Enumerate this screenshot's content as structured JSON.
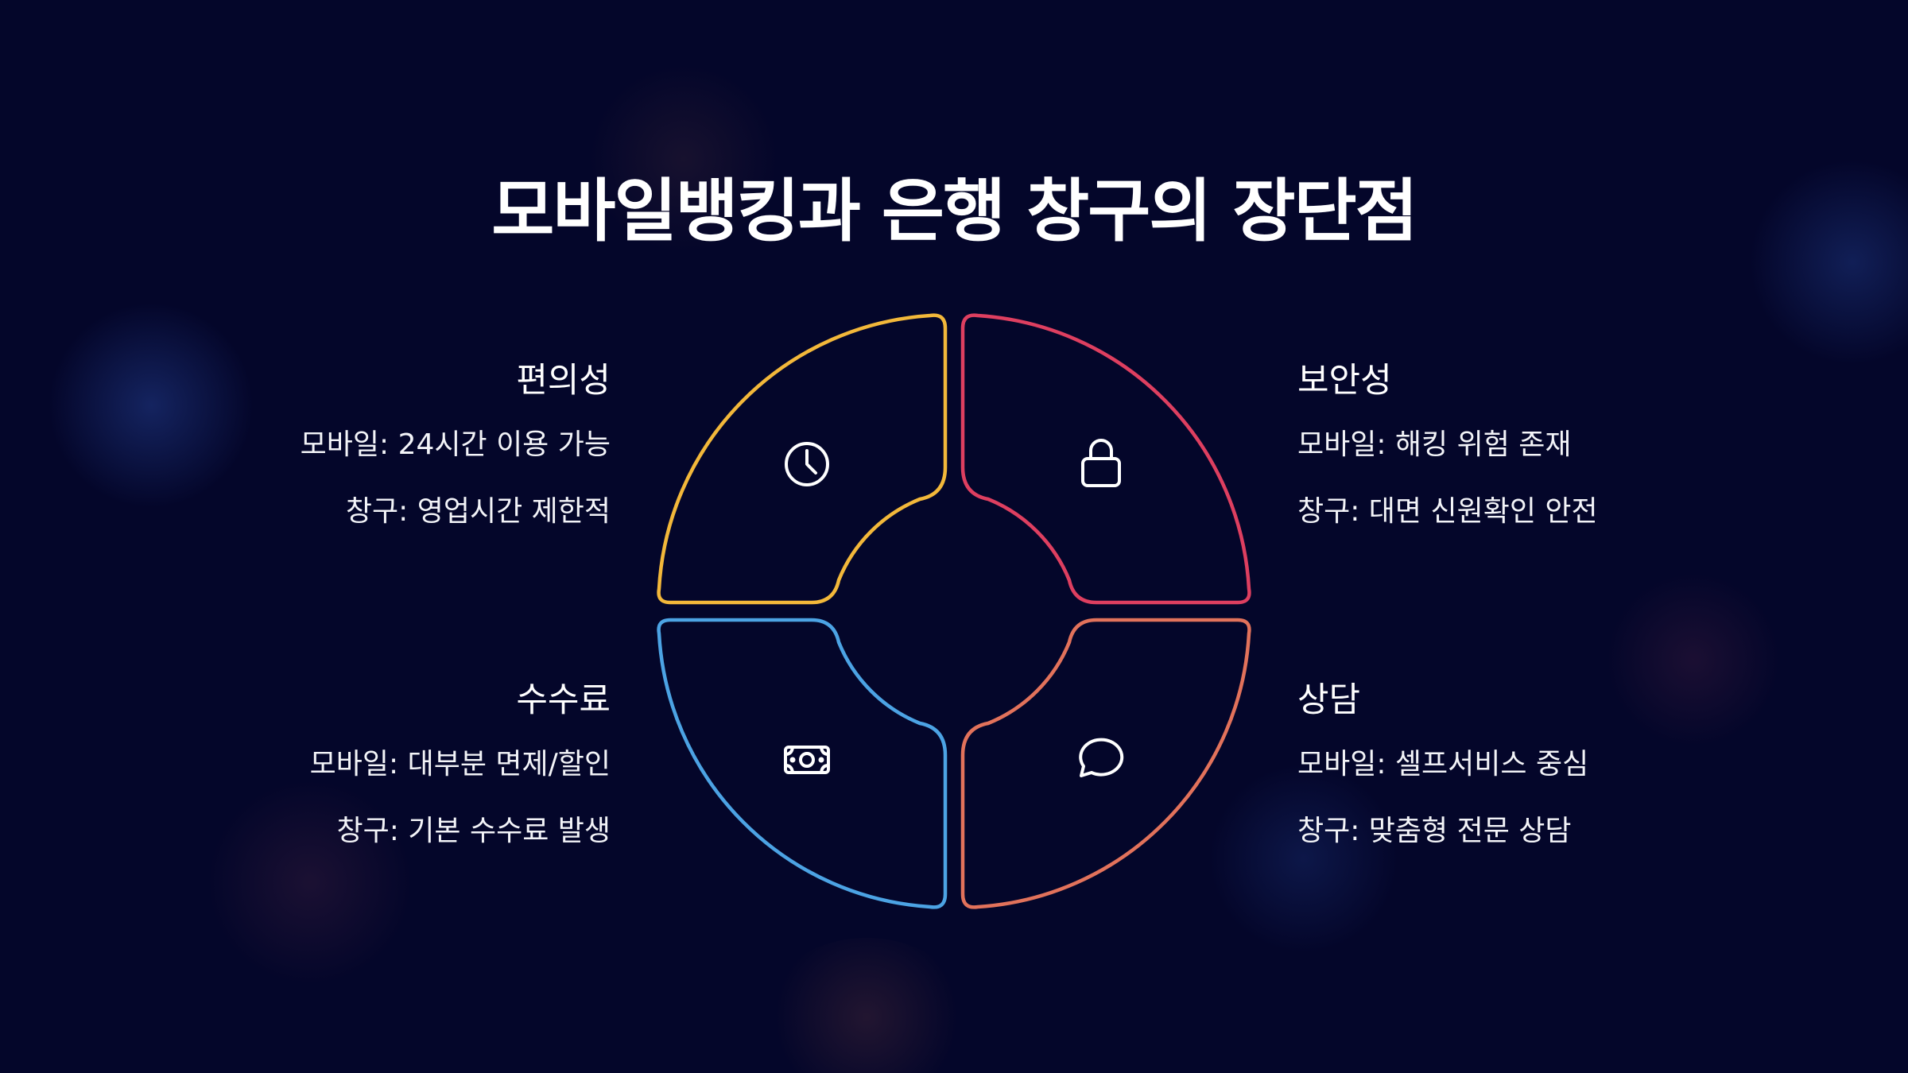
{
  "title": "모바일뱅킹과 은행 창구의 장단점",
  "colors": {
    "background": "#04062a",
    "convenience": "#f3b83a",
    "security": "#de3f60",
    "fees": "#4ca3e4",
    "consultation": "#e2725b"
  },
  "quadrants": {
    "convenience": {
      "heading": "편의성",
      "mobile": "모바일: 24시간 이용 가능",
      "branch": "창구: 영업시간 제한적",
      "icon": "clock-icon"
    },
    "security": {
      "heading": "보안성",
      "mobile": "모바일: 해킹 위험 존재",
      "branch": "창구: 대면 신원확인 안전",
      "icon": "lock-icon"
    },
    "fees": {
      "heading": "수수료",
      "mobile": "모바일: 대부분 면제/할인",
      "branch": "창구: 기본 수수료 발생",
      "icon": "cash-icon"
    },
    "consultation": {
      "heading": "상담",
      "mobile": "모바일: 셀프서비스 중심",
      "branch": "창구: 맞춤형 전문 상담",
      "icon": "chat-bubble-icon"
    }
  }
}
